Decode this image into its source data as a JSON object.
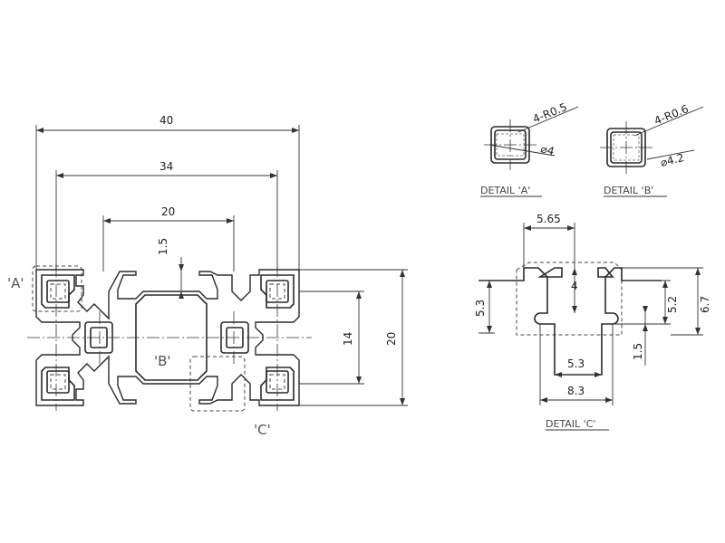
{
  "main_view": {
    "dim_overall_width": "40",
    "dim_slot_pitch": "34",
    "dim_center_width": "20",
    "dim_wall": "1.5",
    "dim_inner_height": "14",
    "dim_overall_height": "20",
    "label_a": "'A'",
    "label_b": "'B'",
    "label_c": "'C'"
  },
  "detail_a": {
    "radius_note": "4-R0.5",
    "hole_diameter": "⌀4",
    "caption": "DETAIL 'A'"
  },
  "detail_b": {
    "radius_note": "4-R0.6",
    "hole_diameter": "⌀4.2",
    "caption": "DETAIL 'B'"
  },
  "detail_c": {
    "dim_top_width": "5.65",
    "dim_slot_depth": "4",
    "dim_left_height": "5.3",
    "dim_right_inner": "5.2",
    "dim_right_outer": "6.7",
    "dim_lip": "1.5",
    "dim_opening": "5.3",
    "dim_bottom_width": "8.3",
    "caption": "DETAIL 'C'"
  },
  "colors": {
    "line": "#2a2a2a",
    "label": "#555555",
    "background": "#ffffff"
  }
}
